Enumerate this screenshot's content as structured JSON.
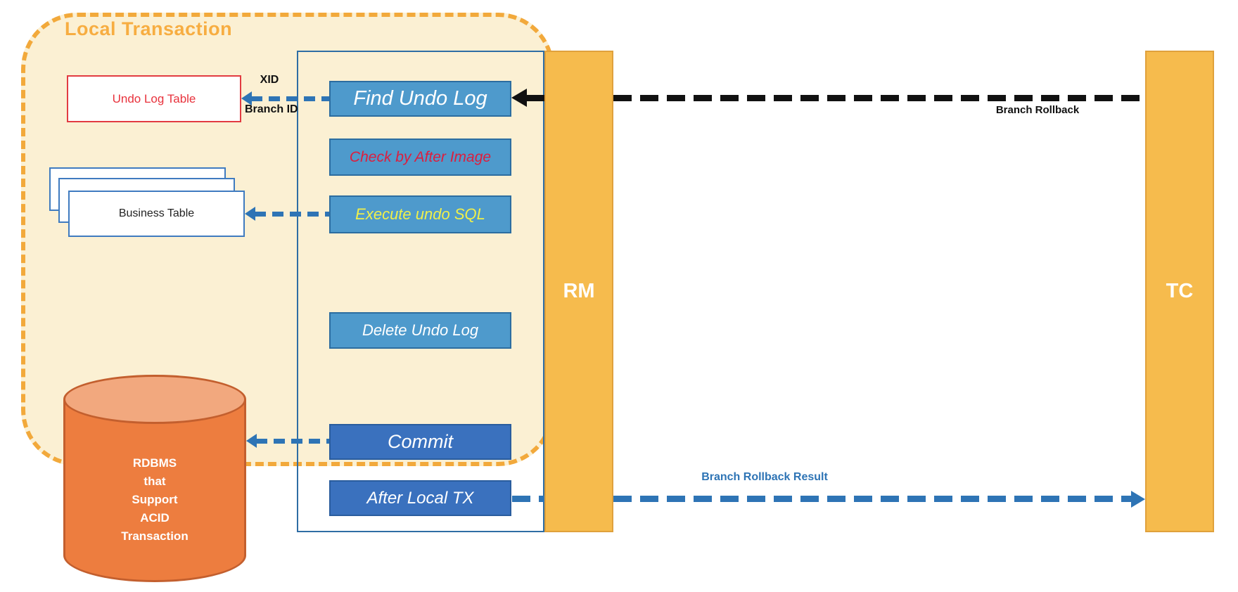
{
  "title": "Local Transaction",
  "nodes": {
    "undo_log_table": "Undo Log Table",
    "business_table": "Business Table",
    "rdbms_lines": [
      "RDBMS",
      "that",
      "Support",
      "ACID",
      "Transaction"
    ]
  },
  "steps": {
    "find_undo_log": "Find Undo Log",
    "check_by_after_image": "Check by After Image",
    "execute_undo_sql": "Execute undo SQL",
    "delete_undo_log": "Delete Undo Log",
    "commit": "Commit",
    "after_local_tx": "After Local TX"
  },
  "actors": {
    "rm": "RM",
    "tc": "TC"
  },
  "arrow_labels": {
    "xid": "XID",
    "branch_id": "Branch ID",
    "branch_rollback": "Branch Rollback",
    "branch_rollback_result": "Branch Rollback Result"
  },
  "colors": {
    "cream_background": "#FBF0D3",
    "dashed_border_orange": "#F2A93B",
    "title_orange": "#F7AD41",
    "actor_bar_orange": "#F6BB4D",
    "step_blue": "#4E9ACC",
    "step_dark_blue": "#3A71BE",
    "container_border_blue": "#2E6DA4",
    "arrow_blue": "#2E74B5",
    "arrow_black": "#111111",
    "undo_table_red": "#E8323C",
    "check_text_red": "#DC1E3E",
    "execute_text_yellow": "#F0F04A",
    "cylinder_body_orange": "#ED7D3F",
    "cylinder_top_orange": "#F2A87E"
  }
}
